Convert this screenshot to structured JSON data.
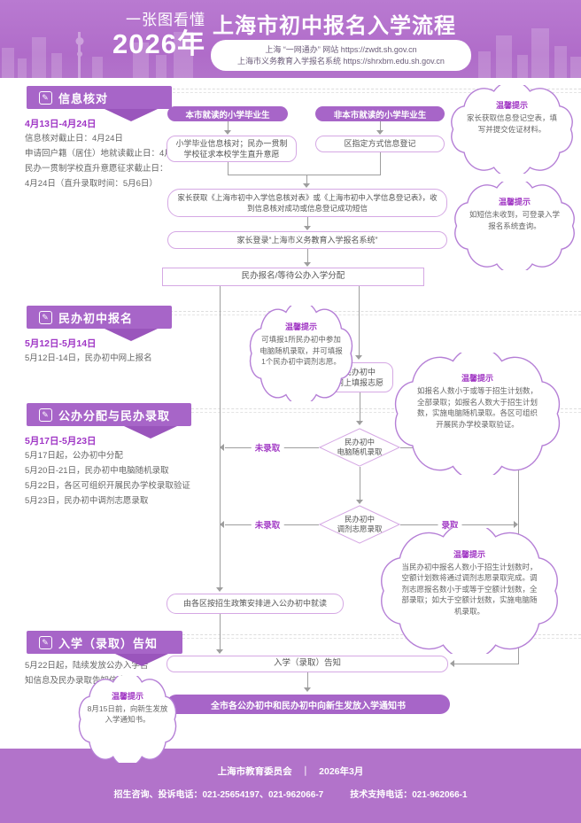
{
  "header": {
    "tagline_line1": "一张图看懂",
    "tagline_line2": "2026年",
    "title": "上海市初中报名入学流程",
    "link_line1": "上海 “一网通办” 网站 https://zwdt.sh.gov.cn",
    "link_line2": "上海市义务教育入学报名系统 https://shrxbm.edu.sh.gov.cn"
  },
  "icons": {
    "section_badge": "✎"
  },
  "colors": {
    "primary_purple": "#a765c8",
    "header_footer_bg": "#b273ca",
    "date_text": "#9f35c5",
    "box_border": "#d5a8e4",
    "tip_border": "#b57fd6",
    "connector_gray": "#9e9e9e"
  },
  "sections": {
    "s1": {
      "title": "信息核对",
      "date_range": "4月13日-4月24日",
      "notes": [
        "信息核对截止日：4月24日",
        "申请回户籍（居住）地就读截止日：4月24日",
        "民办一贯制学校直升意愿征求截止日：",
        "4月24日（直升录取时间：5月6日）"
      ]
    },
    "s2": {
      "title": "民办初中报名",
      "date_range": "5月12日-5月14日",
      "notes": [
        "5月12日-14日，民办初中网上报名"
      ]
    },
    "s3": {
      "title": "公办分配与民办录取",
      "date_range": "5月17日-5月23日",
      "notes": [
        "5月17日起，公办初中分配",
        "5月20日-21日，民办初中电脑随机录取",
        "5月22日，各区可组织开展民办学校录取验证",
        "5月23日，民办初中调剂志愿录取"
      ]
    },
    "s4": {
      "title": "入学（录取）告知",
      "notes": [
        "5月22日起，陆续发放公办入学告知信息及民办录取告知信息"
      ]
    }
  },
  "flow": {
    "pill_local": "本市就读的小学毕业生",
    "pill_nonlocal": "非本市就读的小学毕业生",
    "box_verify": "小学毕业信息核对；民办一贯制学校征求本校学生直升意愿",
    "box_register": "区指定方式信息登记",
    "box_obtain": "家长获取《上海市初中入学信息核对表》或《上海市初中入学信息登记表》，收到信息核对成功或信息登记成功短信",
    "box_login": "家长登录“上海市义务教育入学报名系统”",
    "box_apply_or_wait": "民办报名/等待公办入学分配",
    "box_fill_l1": "民办初中",
    "box_fill_l2": "网上填报志愿",
    "diamond_random_l1": "民办初中",
    "diamond_random_l2": "电脑随机录取",
    "diamond_adjust_l1": "民办初中",
    "diamond_adjust_l2": "调剂志愿录取",
    "box_public": "由各区按招生政策安排进入公办初中就读",
    "box_notice": "入学（录取）告知",
    "box_final": "全市各公办初中和民办初中向新生发放入学通知书",
    "label_admitted": "录取",
    "label_not_admitted": "未录取"
  },
  "tips": {
    "title": "温馨提示",
    "tip1": "家长获取信息登记空表，填写并提交佐证材料。",
    "tip2": "如短信未收到，可登录入学报名系统查询。",
    "tip3": "可填报1所民办初中参加电脑随机录取，并可填报1个民办初中调剂志愿。",
    "tip4": "如报名人数小于或等于招生计划数，全部录取；如报名人数大于招生计划数，实施电脑随机录取。各区可组织开展民办学校录取验证。",
    "tip5": "当民办初中报名人数小于招生计划数时，空额计划数将通过调剂志愿录取完成。调剂志愿报名数小于或等于空额计划数，全部录取；如大于空额计划数，实施电脑随机录取。",
    "tip6": "8月15日前，向新生发放入学通知书。"
  },
  "footer": {
    "org": "上海市教育委员会",
    "divider": "｜",
    "date": "2026年3月",
    "hotline": "招生咨询、投诉电话：021-25654197、021-962066-7",
    "support": "技术支持电话：021-962066-1"
  }
}
